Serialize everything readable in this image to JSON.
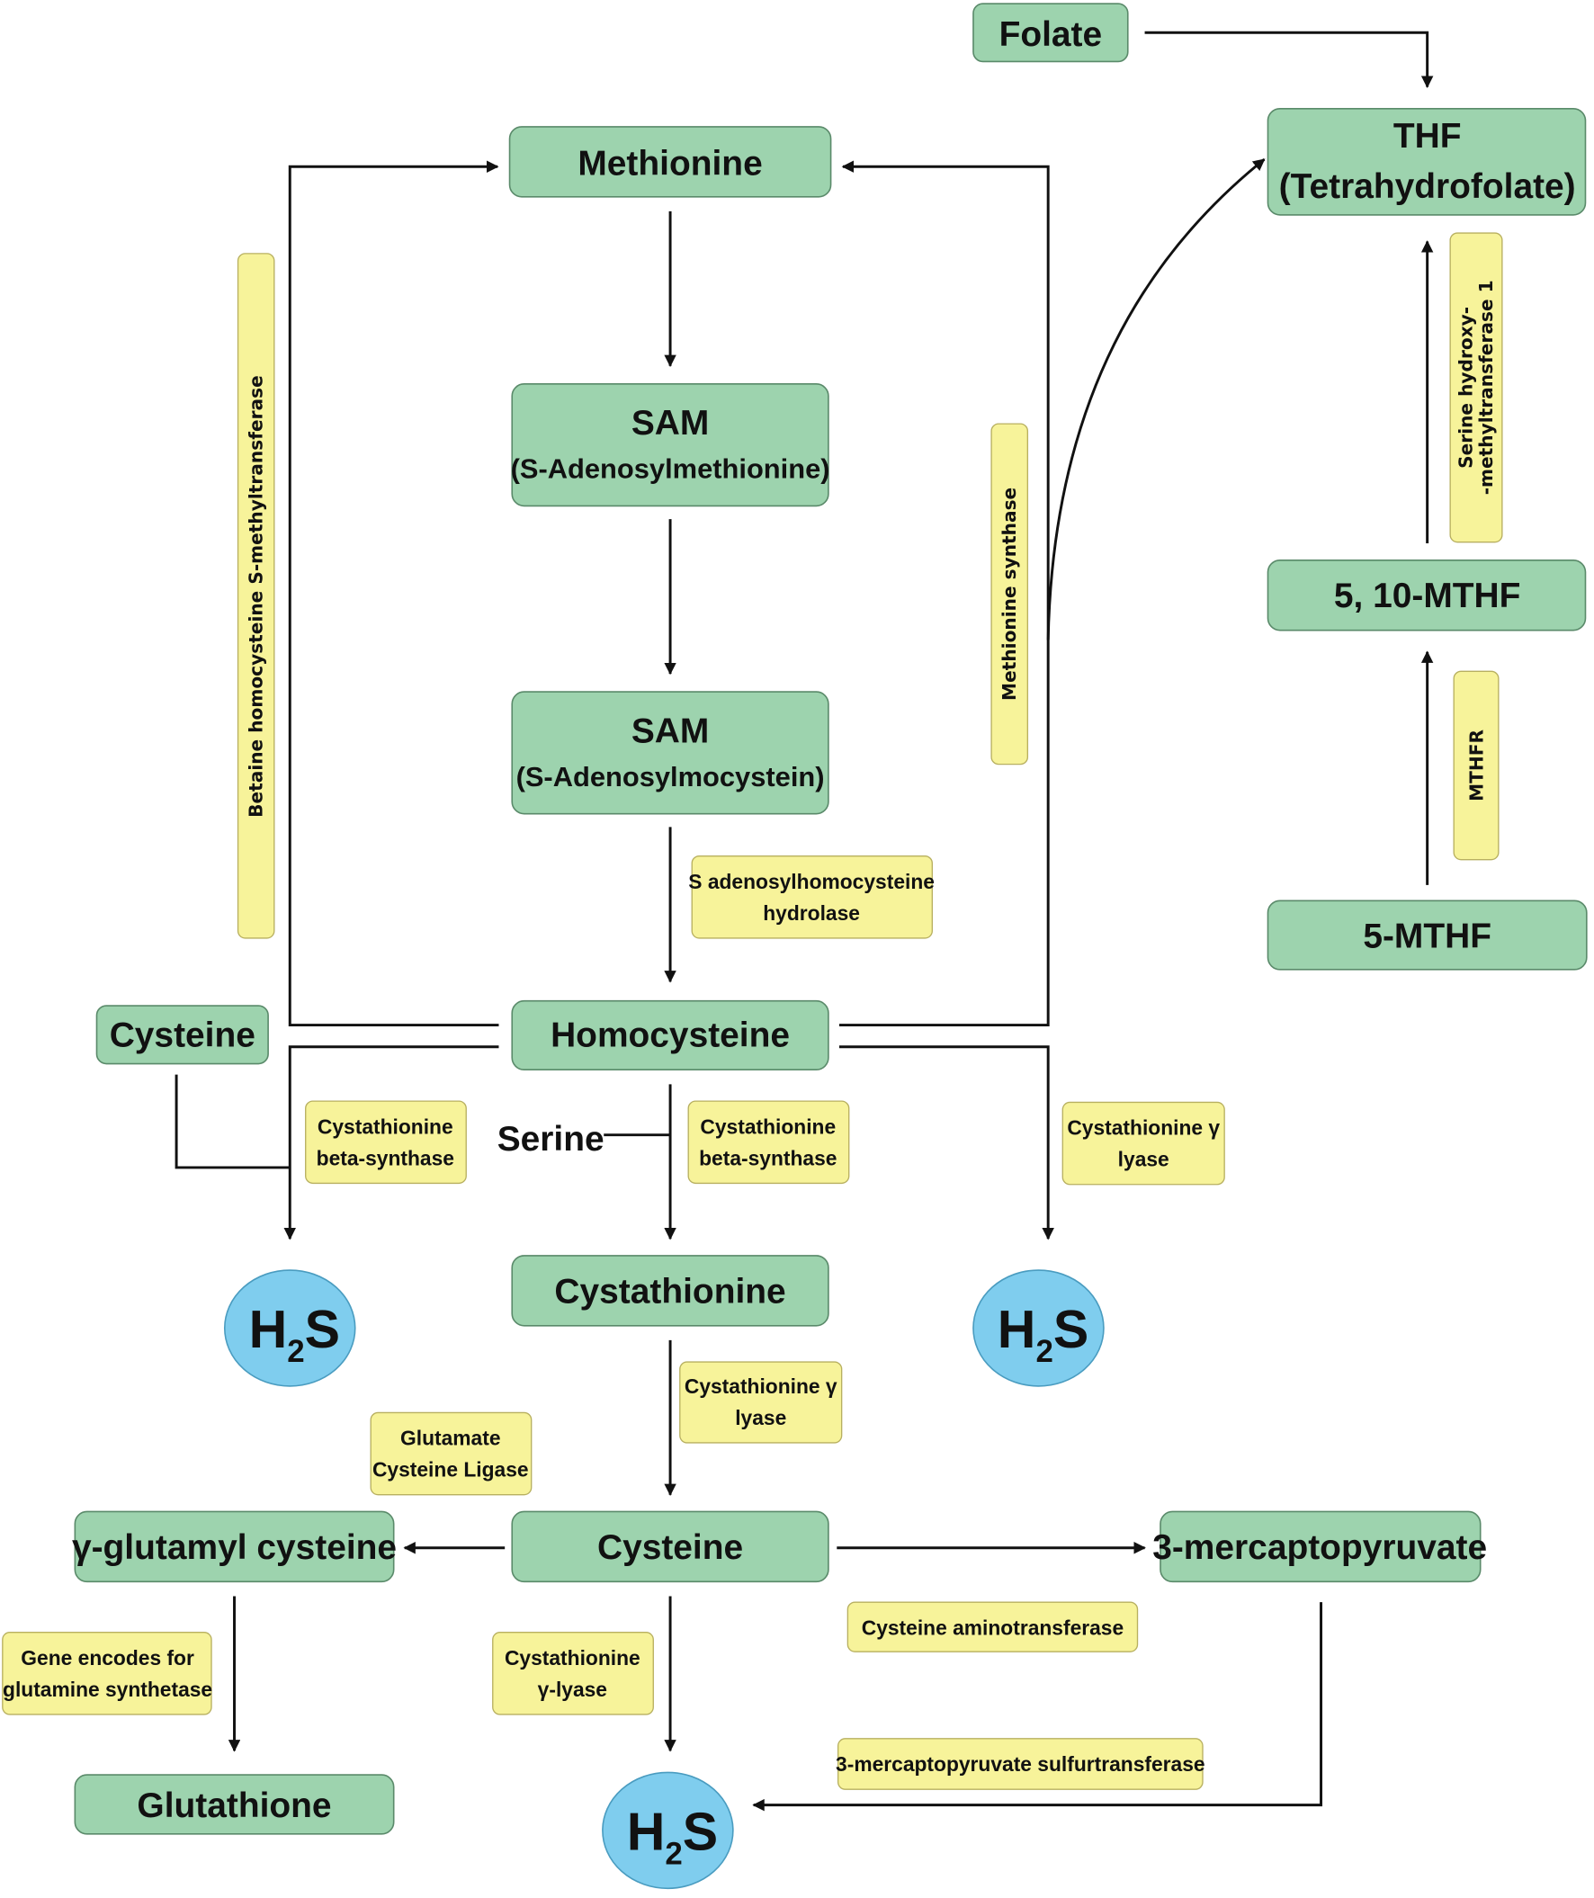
{
  "nodes": {
    "folate": "Folate",
    "thf": [
      "THF",
      "(Tetrahydrofolate)"
    ],
    "methionine": "Methionine",
    "sam": [
      "SAM",
      "(S-Adenosylmethionine)"
    ],
    "sah": [
      "SAM",
      "(S-Adenosylmocystein)"
    ],
    "homocysteine": "Homocysteine",
    "cysteine_top": "Cysteine",
    "cystathionine": "Cystathionine",
    "cysteine": "Cysteine",
    "gamma_glutamyl_cysteine": "γ-glutamyl cysteine",
    "mercaptopyruvate": "3-mercaptopyruvate",
    "glutathione": "Glutathione",
    "mthf_5_10": "5, 10-MTHF",
    "mthf_5": "5-MTHF",
    "serine": "Serine"
  },
  "h2s": {
    "main": "H",
    "sub": "2",
    "end": "S"
  },
  "enzymes": {
    "bhmt": "Betaine homocysteine S-methyltransferase",
    "methionine_synthase": "Methionine synthase",
    "shmt": [
      "Serine hydroxy-",
      "-methyltransferase 1"
    ],
    "mthfr": "MTHFR",
    "sah_hydrolase": [
      "S adenosylhomocysteine",
      "hydrolase"
    ],
    "cbs_left": [
      "Cystathionine",
      "beta-synthase"
    ],
    "cbs_center": [
      "Cystathionine",
      "beta-synthase"
    ],
    "cse_right": [
      "Cystathionine γ",
      "lyase"
    ],
    "cse_center": [
      "Cystathionine γ",
      "lyase"
    ],
    "gcl": [
      "Glutamate",
      "Cysteine Ligase"
    ],
    "gene_gs": [
      "Gene encodes for",
      "glutamine synthetase"
    ],
    "cse_bottom": [
      "Cystathionine",
      "γ-lyase"
    ],
    "cat": "Cysteine aminotransferase",
    "mst": "3-mercaptopyruvate sulfurtransferase"
  },
  "colors": {
    "node": "#9dd3ae",
    "enzyme": "#f7f39a",
    "h2s": "#7fcdee"
  }
}
